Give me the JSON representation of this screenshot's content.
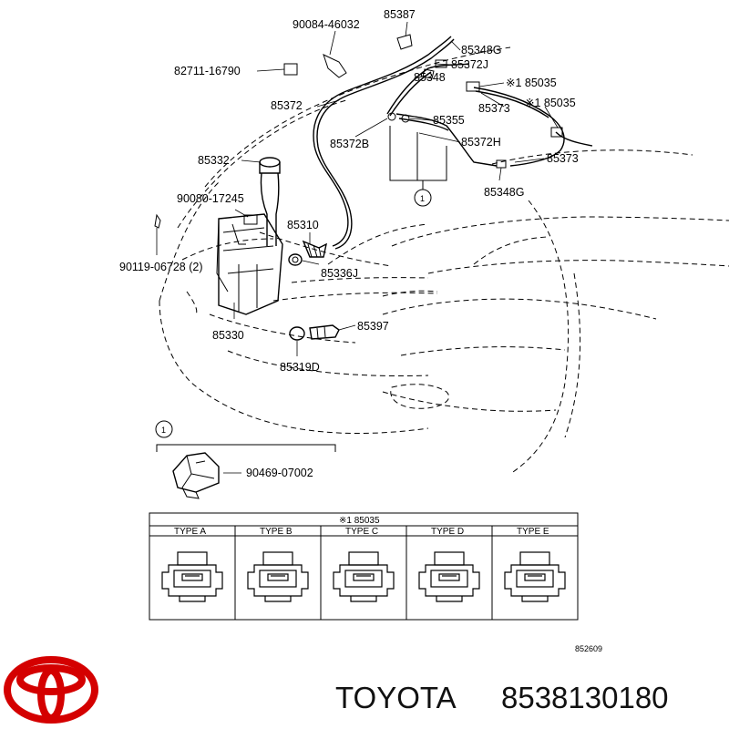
{
  "labels": {
    "p90084_46032": "90084-46032",
    "p85387": "85387",
    "p85348G_top": "85348G",
    "p85372J_top": "85372J",
    "p82711_16790": "82711-16790",
    "p85348": "85348",
    "p85035_a": "※1 85035",
    "p85372": "85372",
    "p85035_b": "※1 85035",
    "p85373_a": "85373",
    "p85355": "85355",
    "p85372B": "85372B",
    "p85372H": "85372H",
    "p85332": "85332",
    "p85373_b": "85373",
    "p85348G_bottom": "85348G",
    "p90080_17245": "90080-17245",
    "p85310": "85310",
    "p90119_06728": "90119-06728 (2)",
    "p85336J": "85336J",
    "p85397": "85397",
    "p85330": "85330",
    "p85319D": "85319D",
    "p90469_07002": "90469-07002",
    "callout_1": "1",
    "callout_1_detail": "1"
  },
  "table": {
    "header": "※1 85035",
    "types": [
      "TYPE A",
      "TYPE B",
      "TYPE C",
      "TYPE D",
      "TYPE E"
    ]
  },
  "diagram_code": "852609",
  "brand": {
    "name": "TOYOTA",
    "part_number": "8538130180",
    "logo_color": "#d40000",
    "logo_icon": "toyota-logo-icon"
  }
}
